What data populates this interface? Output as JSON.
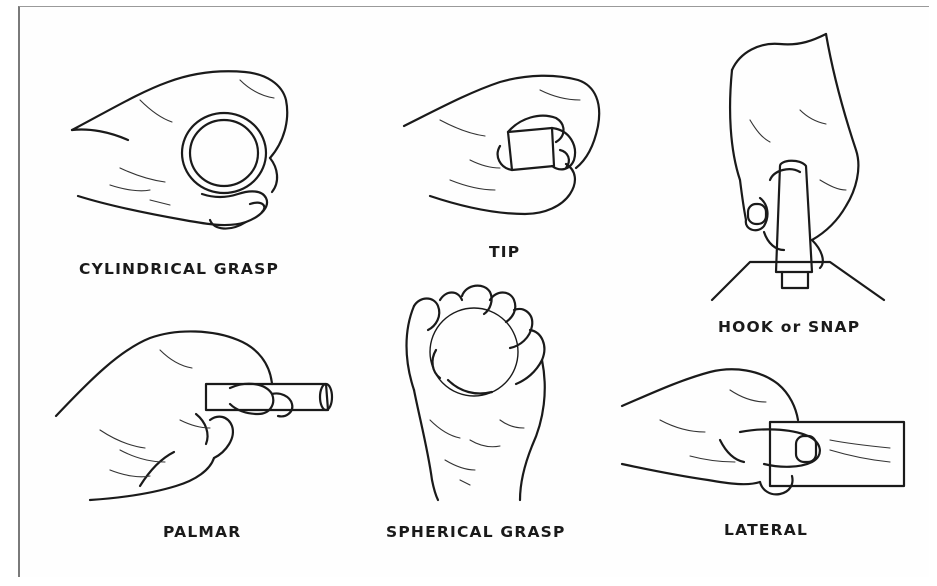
{
  "labels": {
    "cylindrical": "CYLINDRICAL GRASP",
    "tip": "TIP",
    "hook": "HOOK or SNAP",
    "palmar": "PALMAR",
    "spherical": "SPHERICAL GRASP",
    "lateral": "LATERAL"
  },
  "colors": {
    "ink": "#1a1a1a",
    "paper": "#fefefe",
    "frame": "#7a7a7a"
  }
}
